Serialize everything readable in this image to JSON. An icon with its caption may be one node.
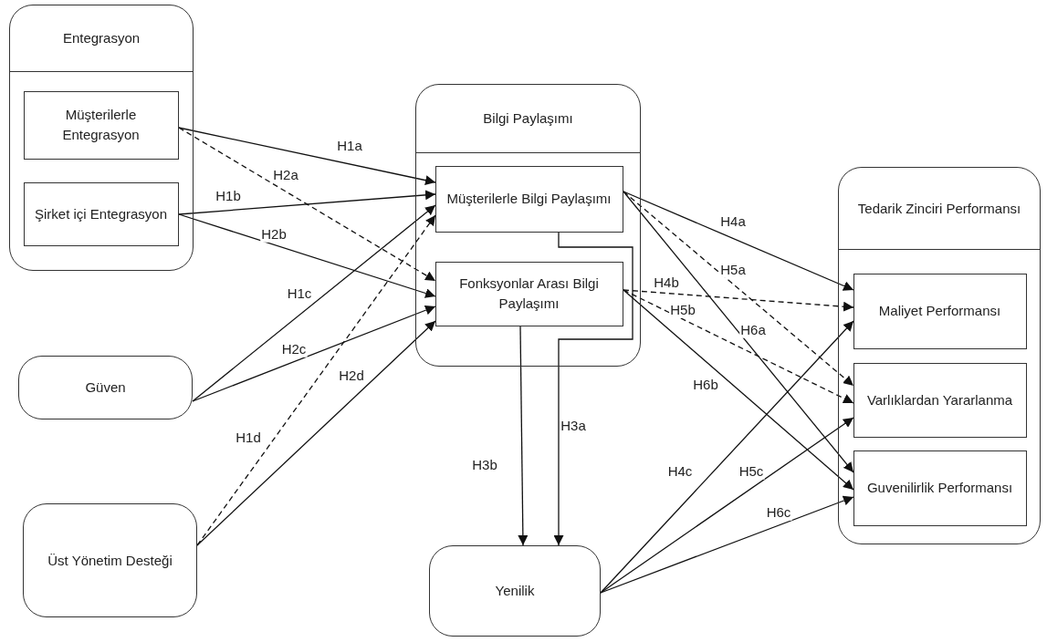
{
  "diagram": {
    "nodes": [
      {
        "text": [
          "Entegrasyon"
        ]
      },
      {
        "text": [
          "Müşterilerle Entegrasyon"
        ],
        "in": 0
      },
      {
        "text": [
          "Şirket içi Entegrasyon"
        ],
        "in": 0
      },
      {
        "text": [
          "Bilgi Paylaşımı"
        ]
      },
      {
        "text": [
          "Müşterilerle Bilgi Paylaşımı"
        ],
        "in": 3
      },
      {
        "text": [
          "Fonksyonlar Arası Bilgi Paylaşımı"
        ],
        "in": 3
      },
      {
        "text": [
          "Güven"
        ]
      },
      {
        "text": [
          "Üst Yönetim Desteği"
        ]
      },
      {
        "text": [
          "Yenilik"
        ]
      },
      {
        "text": [
          "Tedarik Zinciri Performansı"
        ]
      },
      {
        "text": [
          "Maliyet Performansı"
        ],
        "in": 9
      },
      {
        "text": [
          "Varlıklardan Yararlanma"
        ],
        "in": 9
      },
      {
        "text": [
          "Guvenilirlik Performansı"
        ],
        "in": 9
      }
    ],
    "edges": [
      {
        "from": 1,
        "to": 4,
        "arrow": "to",
        "label": "H1a"
      },
      {
        "from": 1,
        "to": 5,
        "arrow": "to",
        "label": "H2a",
        "style": "dashed"
      },
      {
        "from": 2,
        "to": 4,
        "arrow": "to",
        "label": "H1b"
      },
      {
        "from": 2,
        "to": 5,
        "arrow": "to",
        "label": "H2b"
      },
      {
        "from": 6,
        "to": 4,
        "arrow": "to",
        "label": "H1c"
      },
      {
        "from": 6,
        "to": 5,
        "arrow": "to",
        "label": "H2c"
      },
      {
        "from": 7,
        "to": 4,
        "arrow": "to",
        "label": "H1d",
        "style": "dashed"
      },
      {
        "from": 7,
        "to": 5,
        "arrow": "to",
        "label": "H2d"
      },
      {
        "from": 4,
        "to": 8,
        "arrow": "to",
        "label": "H3a"
      },
      {
        "from": 5,
        "to": 8,
        "arrow": "to",
        "label": "H3b"
      },
      {
        "from": 4,
        "to": 10,
        "arrow": "to",
        "label": "H4a"
      },
      {
        "from": 4,
        "to": 11,
        "arrow": "to",
        "label": "H5a",
        "style": "dashed"
      },
      {
        "from": 4,
        "to": 12,
        "arrow": "to",
        "label": "H6a"
      },
      {
        "from": 5,
        "to": 10,
        "arrow": "to",
        "label": "H4b",
        "style": "dashed"
      },
      {
        "from": 5,
        "to": 11,
        "arrow": "to",
        "label": "H5b",
        "style": "dashed"
      },
      {
        "from": 5,
        "to": 12,
        "arrow": "to",
        "label": "H6b"
      },
      {
        "from": 8,
        "to": 10,
        "arrow": "to",
        "label": "H4c"
      },
      {
        "from": 8,
        "to": 11,
        "arrow": "to",
        "label": "H5c"
      },
      {
        "from": 8,
        "to": 12,
        "arrow": "to",
        "label": "H6c"
      }
    ]
  }
}
